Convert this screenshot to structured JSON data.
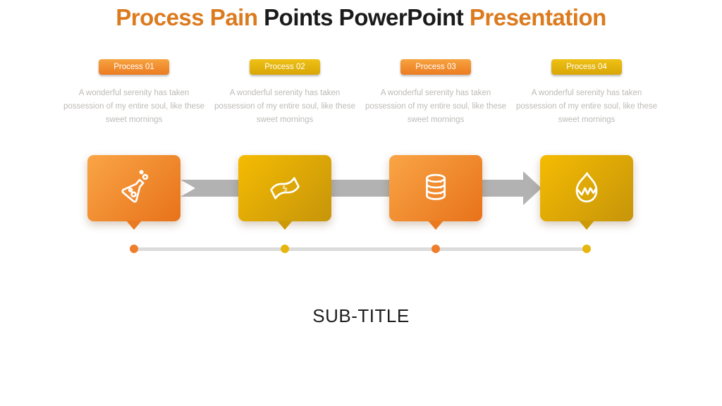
{
  "title": {
    "part1": "Process Pain",
    "part2": "Points PowerPoint",
    "part3": "Presentation"
  },
  "subtitle": "SUB-TITLE",
  "processes": [
    {
      "label": "Process 01",
      "description": "A wonderful serenity has taken possession of my entire soul, like these sweet mornings",
      "icon": "flask-icon",
      "theme": "orange"
    },
    {
      "label": "Process 02",
      "description": "A wonderful serenity has taken possession of my entire soul, like these sweet mornings",
      "icon": "banknote-icon",
      "theme": "gold"
    },
    {
      "label": "Process 03",
      "description": "A wonderful serenity has taken possession of my entire soul, like these sweet mornings",
      "icon": "database-icon",
      "theme": "orange"
    },
    {
      "label": "Process 04",
      "description": "A wonderful serenity has taken possession of my entire soul, like these sweet mornings",
      "icon": "flame-icon",
      "theme": "gold"
    }
  ],
  "colors": {
    "orange_accent": "#E8731A",
    "gold_accent": "#D9A606",
    "title_orange": "#DC7A1E",
    "title_black": "#1B1B1B",
    "connector_gray": "#B2B2B2",
    "timeline_gray": "#DBDBDB",
    "description_gray": "#BDBBB8"
  }
}
